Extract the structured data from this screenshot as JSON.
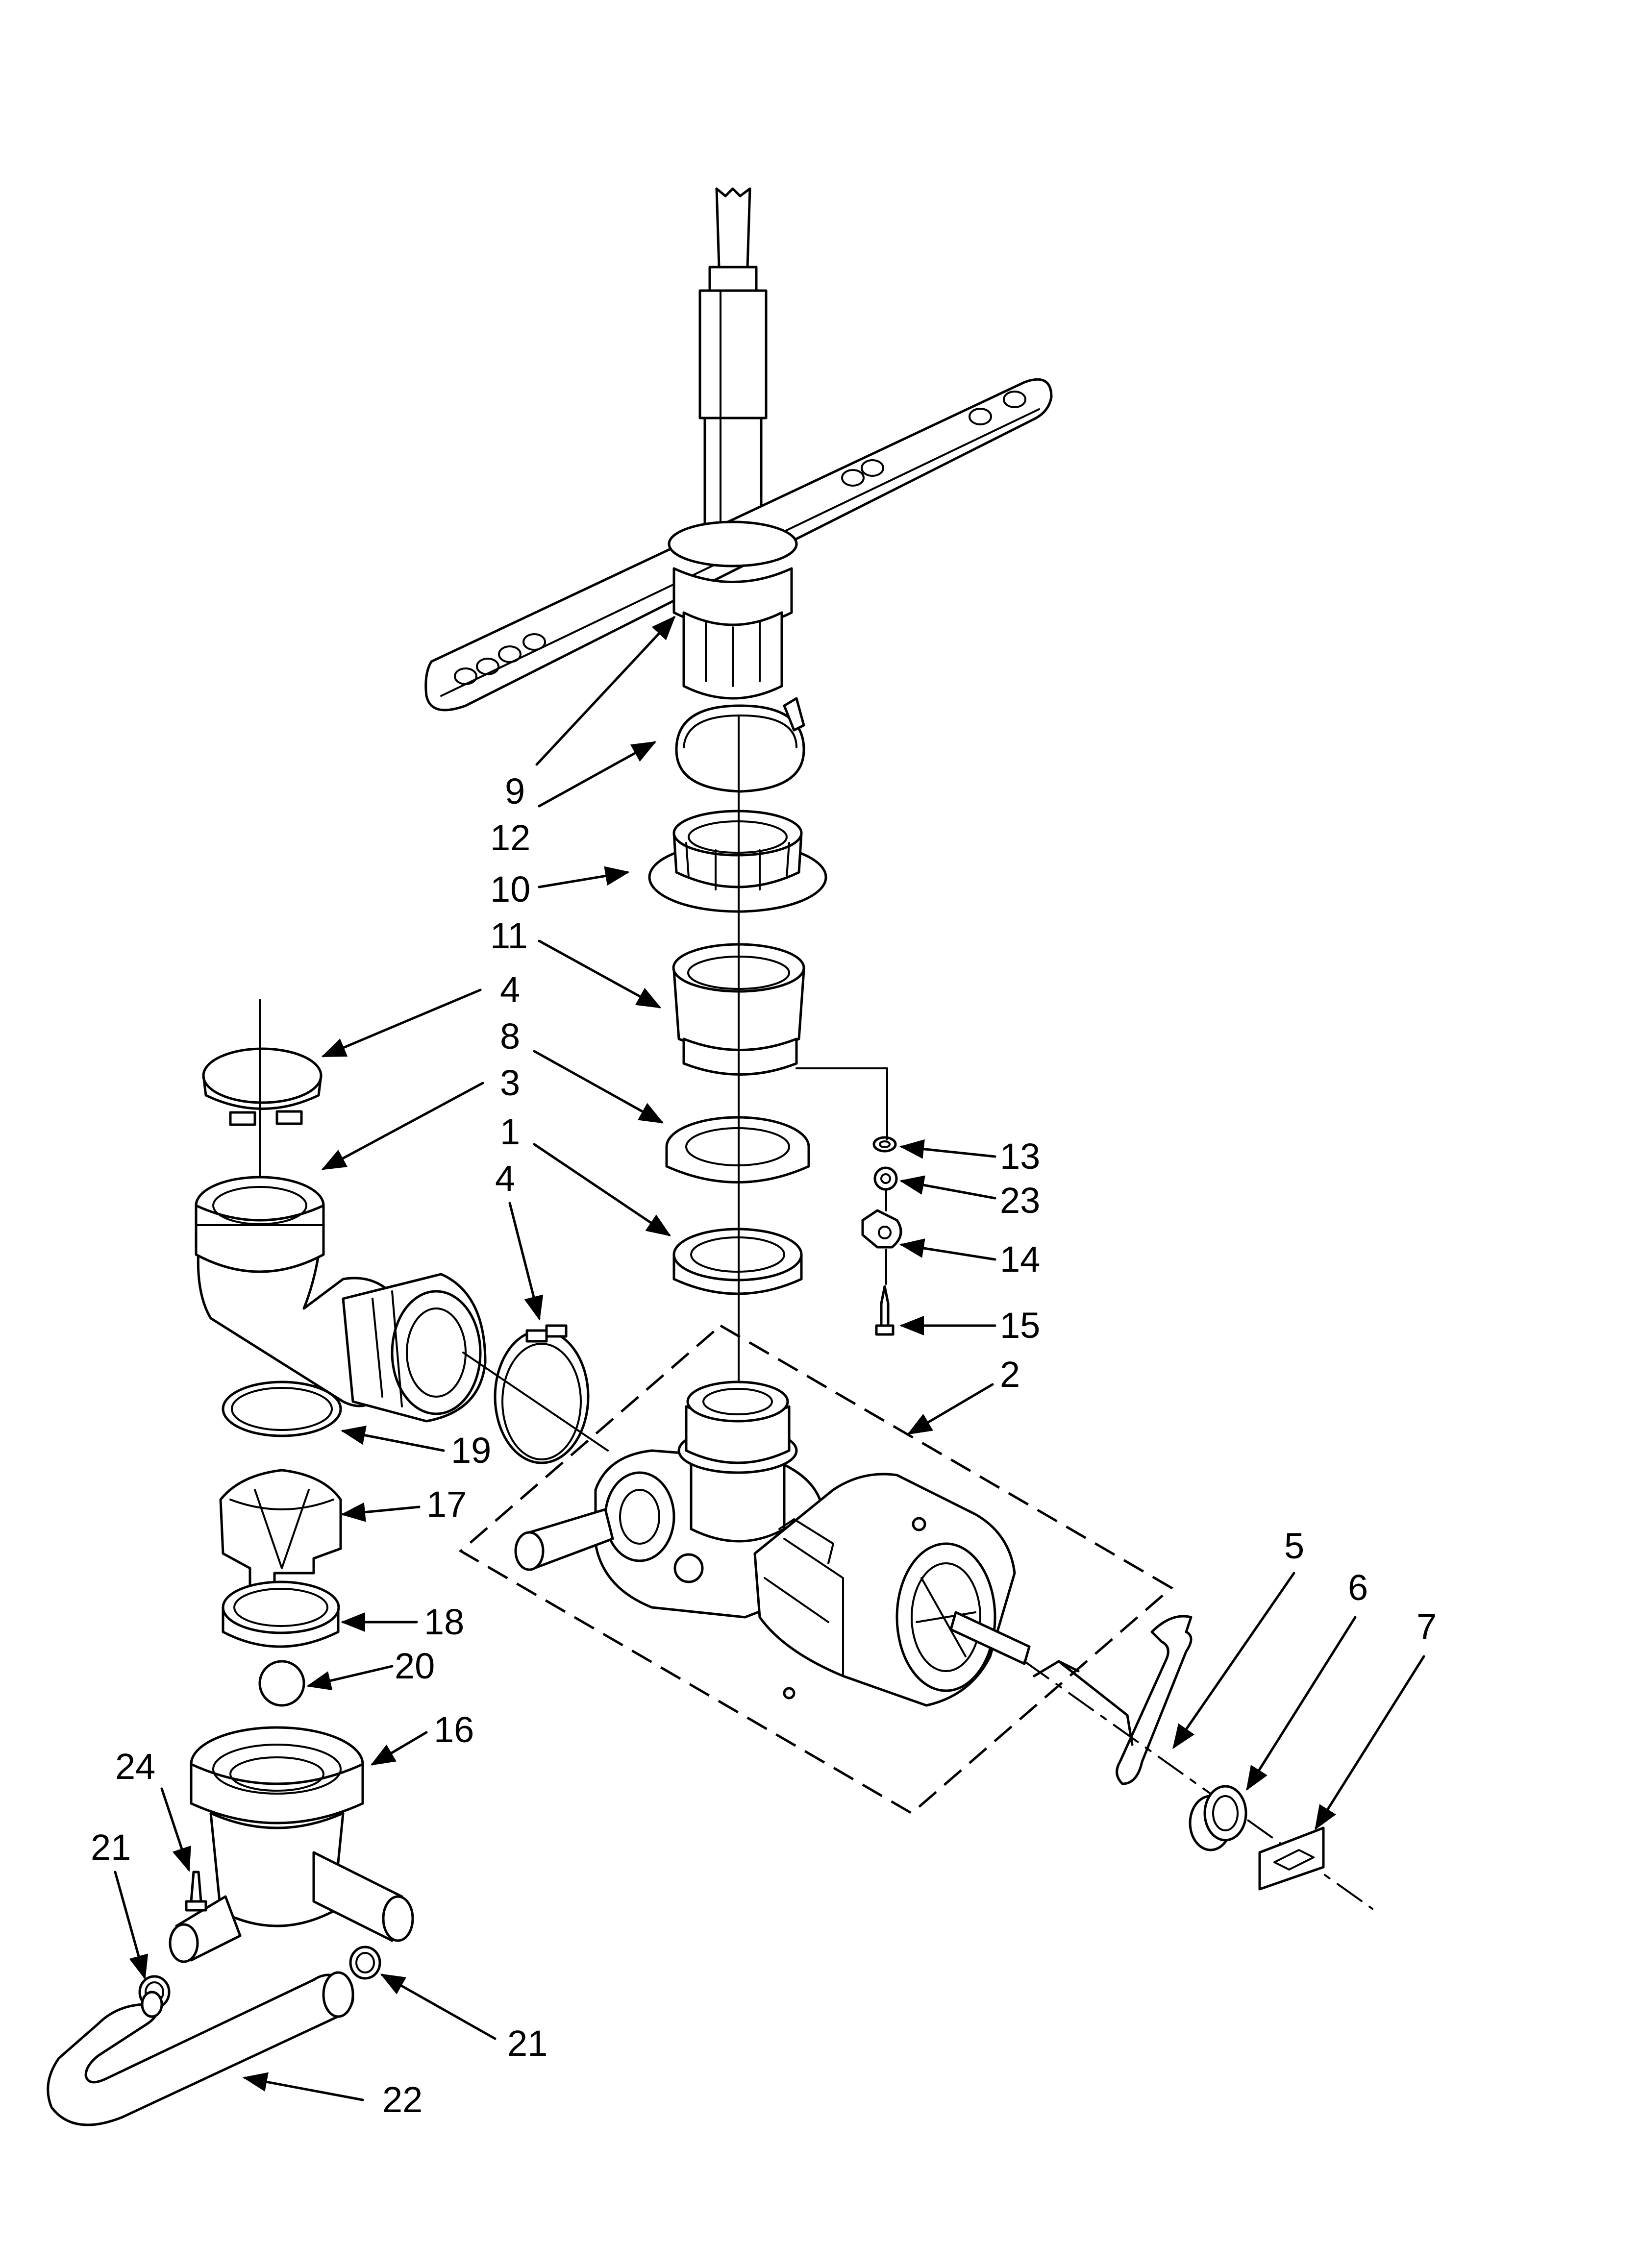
{
  "callouts": [
    {
      "id": "c9",
      "text": "9"
    },
    {
      "id": "c12",
      "text": "12"
    },
    {
      "id": "c10",
      "text": "10"
    },
    {
      "id": "c11",
      "text": "11"
    },
    {
      "id": "c4a",
      "text": "4"
    },
    {
      "id": "c8",
      "text": "8"
    },
    {
      "id": "c3",
      "text": "3"
    },
    {
      "id": "c1",
      "text": "1"
    },
    {
      "id": "c4b",
      "text": "4"
    },
    {
      "id": "c13",
      "text": "13"
    },
    {
      "id": "c23",
      "text": "23"
    },
    {
      "id": "c14",
      "text": "14"
    },
    {
      "id": "c15",
      "text": "15"
    },
    {
      "id": "c2",
      "text": "2"
    },
    {
      "id": "c19",
      "text": "19"
    },
    {
      "id": "c17",
      "text": "17"
    },
    {
      "id": "c5",
      "text": "5"
    },
    {
      "id": "c6",
      "text": "6"
    },
    {
      "id": "c7",
      "text": "7"
    },
    {
      "id": "c18",
      "text": "18"
    },
    {
      "id": "c20",
      "text": "20"
    },
    {
      "id": "c16",
      "text": "16"
    },
    {
      "id": "c24",
      "text": "24"
    },
    {
      "id": "c21a",
      "text": "21"
    },
    {
      "id": "c21b",
      "text": "21"
    },
    {
      "id": "c22",
      "text": "22"
    }
  ]
}
